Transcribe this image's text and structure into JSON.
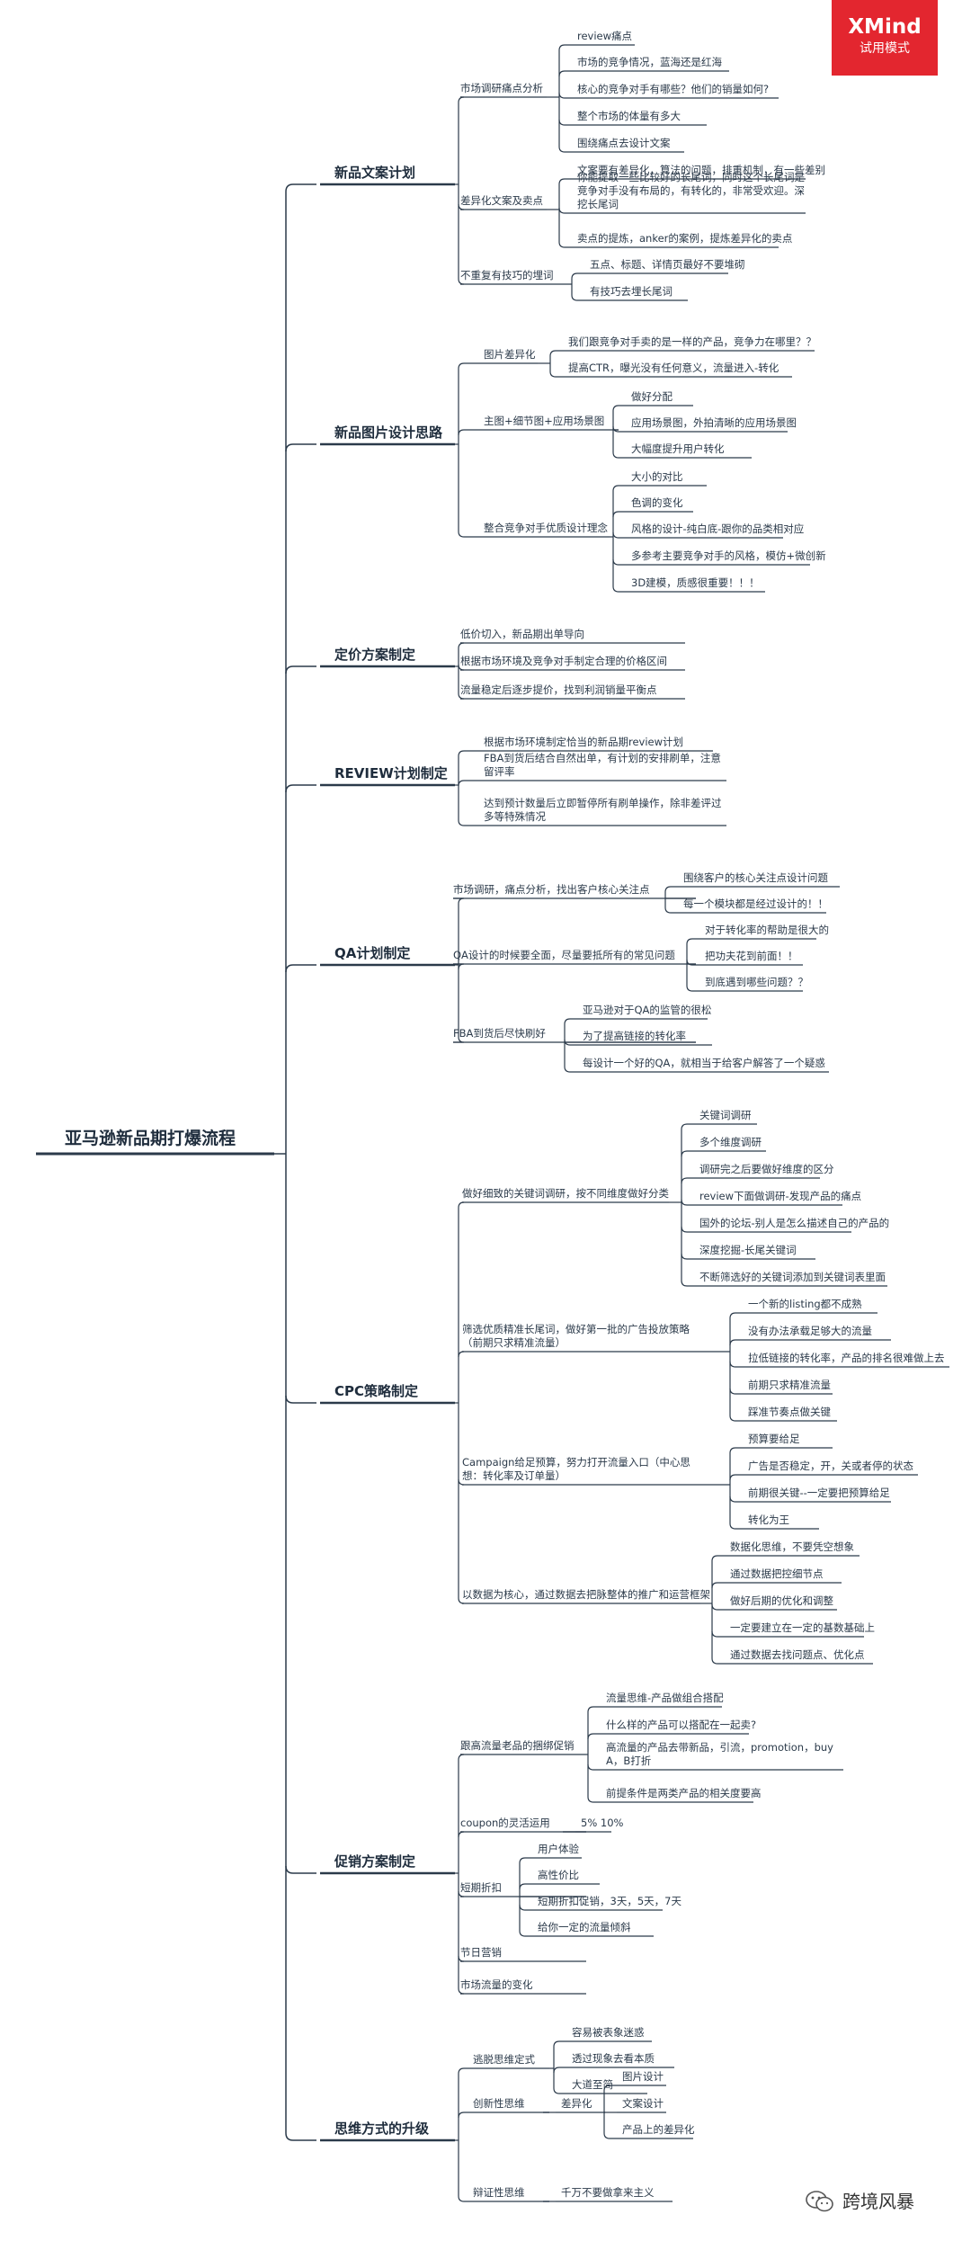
{
  "badge": {
    "brand": "XMind",
    "mode": "试用模式"
  },
  "watermark": {
    "text": "跨境风暴",
    "icon": "wechat-icon"
  },
  "colors": {
    "line": "#2b3a4a",
    "badge": "#e3262f",
    "text": "#2b3a4a"
  },
  "root": "亚马逊新品期打爆流程",
  "branches": [
    {
      "label": "新品文案计划",
      "children": [
        {
          "label": "市场调研痛点分析",
          "children": [
            {
              "label": "review痛点"
            },
            {
              "label": "市场的竞争情况，蓝海还是红海"
            },
            {
              "label": "核心的竞争对手有哪些？他们的销量如何?"
            },
            {
              "label": "整个市场的体量有多大"
            },
            {
              "label": "围绕痛点去设计文案"
            }
          ]
        },
        {
          "label": "差异化文案及卖点",
          "children": [
            {
              "label": "文案要有差异化，算法的问题，排重机制，有一些差别"
            },
            {
              "label": "你能提取一些比较好的长尾词，同时这个长尾词是竞争对手没有布局的，有转化的，非常受欢迎。深挖长尾词"
            },
            {
              "label": "卖点的提炼，anker的案例，提炼差异化的卖点"
            }
          ]
        },
        {
          "label": "不重复有技巧的埋词",
          "children": [
            {
              "label": "五点、标题、详情页最好不要堆砌"
            },
            {
              "label": "有技巧去埋长尾词"
            }
          ]
        }
      ]
    },
    {
      "label": "新品图片设计思路",
      "children": [
        {
          "label": "图片差异化",
          "children": [
            {
              "label": "我们跟竞争对手卖的是一样的产品，竞争力在哪里？？"
            },
            {
              "label": "提高CTR，曝光没有任何意义，流量进入-转化"
            }
          ]
        },
        {
          "label": "主图+细节图+应用场景图",
          "children": [
            {
              "label": "做好分配"
            },
            {
              "label": "应用场景图，外拍清晰的应用场景图"
            },
            {
              "label": "大幅度提升用户转化"
            }
          ]
        },
        {
          "label": "整合竞争对手优质设计理念",
          "children": [
            {
              "label": "大小的对比"
            },
            {
              "label": "色调的变化"
            },
            {
              "label": "风格的设计-纯白底-跟你的品类相对应"
            },
            {
              "label": "多参考主要竞争对手的风格，模仿+微创新"
            },
            {
              "label": "3D建模，质感很重要！！！"
            }
          ]
        }
      ]
    },
    {
      "label": "定价方案制定",
      "children": [
        {
          "label": "低价切入，新品期出单导向"
        },
        {
          "label": "根据市场环境及竞争对手制定合理的价格区间"
        },
        {
          "label": "流量稳定后逐步提价，找到利润销量平衡点"
        }
      ]
    },
    {
      "label": "REVIEW计划制定",
      "children": [
        {
          "label": "根据市场环境制定恰当的新品期review计划"
        },
        {
          "label": "FBA到货后结合自然出单，有计划的安排刷单，注意留评率"
        },
        {
          "label": "达到预计数量后立即暂停所有刷单操作，除非差评过多等特殊情况"
        }
      ]
    },
    {
      "label": "QA计划制定",
      "children": [
        {
          "label": "市场调研，痛点分析，找出客户核心关注点",
          "children": [
            {
              "label": "围绕客户的核心关注点设计问题"
            },
            {
              "label": "每一个模块都是经过设计的！！"
            }
          ]
        },
        {
          "label": "QA设计的时候要全面，尽量要抵所有的常见问题",
          "children": [
            {
              "label": "对于转化率的帮助是很大的"
            },
            {
              "label": "把功夫花到前面！！"
            },
            {
              "label": "到底遇到哪些问题？？"
            }
          ]
        },
        {
          "label": "FBA到货后尽快刷好",
          "children": [
            {
              "label": "亚马逊对于QA的监管的很松"
            },
            {
              "label": "为了提高链接的转化率"
            },
            {
              "label": "每设计一个好的QA，就相当于给客户解答了一个疑惑"
            }
          ]
        }
      ]
    },
    {
      "label": "CPC策略制定",
      "children": [
        {
          "label": "做好细致的关键词调研，按不同维度做好分类",
          "children": [
            {
              "label": "关键词调研"
            },
            {
              "label": "多个维度调研"
            },
            {
              "label": "调研完之后要做好维度的区分"
            },
            {
              "label": "review下面做调研-发现产品的痛点"
            },
            {
              "label": "国外的论坛-别人是怎么描述自己的产品的"
            },
            {
              "label": "深度挖掘-长尾关键词"
            },
            {
              "label": "不断筛选好的关键词添加到关键词表里面"
            }
          ]
        },
        {
          "label": "筛选优质精准长尾词，做好第一批的广告投放策略（前期只求精准流量）",
          "children": [
            {
              "label": "一个新的listing都不成熟"
            },
            {
              "label": "没有办法承载足够大的流量"
            },
            {
              "label": "拉低链接的转化率，产品的排名很难做上去"
            },
            {
              "label": "前期只求精准流量"
            },
            {
              "label": "踩准节奏点做关键"
            }
          ]
        },
        {
          "label": "Campaign给足预算，努力打开流量入口（中心思想：转化率及订单量）",
          "children": [
            {
              "label": "预算要给足"
            },
            {
              "label": "广告是否稳定，开，关或者停的状态"
            },
            {
              "label": "前期很关键--一定要把预算给足"
            },
            {
              "label": "转化为王"
            }
          ]
        },
        {
          "label": "以数据为核心，通过数据去把脉整体的推广和运营框架",
          "children": [
            {
              "label": "数据化思维，不要凭空想象"
            },
            {
              "label": "通过数据把控细节点"
            },
            {
              "label": "做好后期的优化和调整"
            },
            {
              "label": "一定要建立在一定的基数基础上"
            },
            {
              "label": "通过数据去找问题点、优化点"
            }
          ]
        }
      ]
    },
    {
      "label": "促销方案制定",
      "children": [
        {
          "label": "跟高流量老品的捆绑促销",
          "children": [
            {
              "label": "流量思维-产品做组合搭配"
            },
            {
              "label": "什么样的产品可以搭配在一起卖?"
            },
            {
              "label": "高流量的产品去带新品，引流，promotion，buy A，B打折"
            },
            {
              "label": "前提条件是两类产品的相关度要高"
            }
          ]
        },
        {
          "label": "coupon的灵活运用",
          "children": [
            {
              "label": "5% 10%"
            }
          ]
        },
        {
          "label": "短期折扣",
          "children": [
            {
              "label": "用户体验"
            },
            {
              "label": "高性价比"
            },
            {
              "label": "短期折扣促销，3天，5天，7天"
            },
            {
              "label": "给你一定的流量倾斜"
            }
          ]
        },
        {
          "label": "节日营销"
        },
        {
          "label": "市场流量的变化"
        }
      ]
    },
    {
      "label": "思维方式的升级",
      "children": [
        {
          "label": "逃脱思维定式",
          "children": [
            {
              "label": "容易被表象迷惑"
            },
            {
              "label": "透过现象去看本质"
            },
            {
              "label": "大道至简"
            }
          ]
        },
        {
          "label": "创新性思维",
          "children": [
            {
              "label": "差异化",
              "children": [
                {
                  "label": "图片设计"
                },
                {
                  "label": "文案设计"
                },
                {
                  "label": "产品上的差异化"
                }
              ]
            }
          ]
        },
        {
          "label": "辩证性思维",
          "children": [
            {
              "label": "千万不要做拿来主义"
            }
          ]
        }
      ]
    }
  ]
}
